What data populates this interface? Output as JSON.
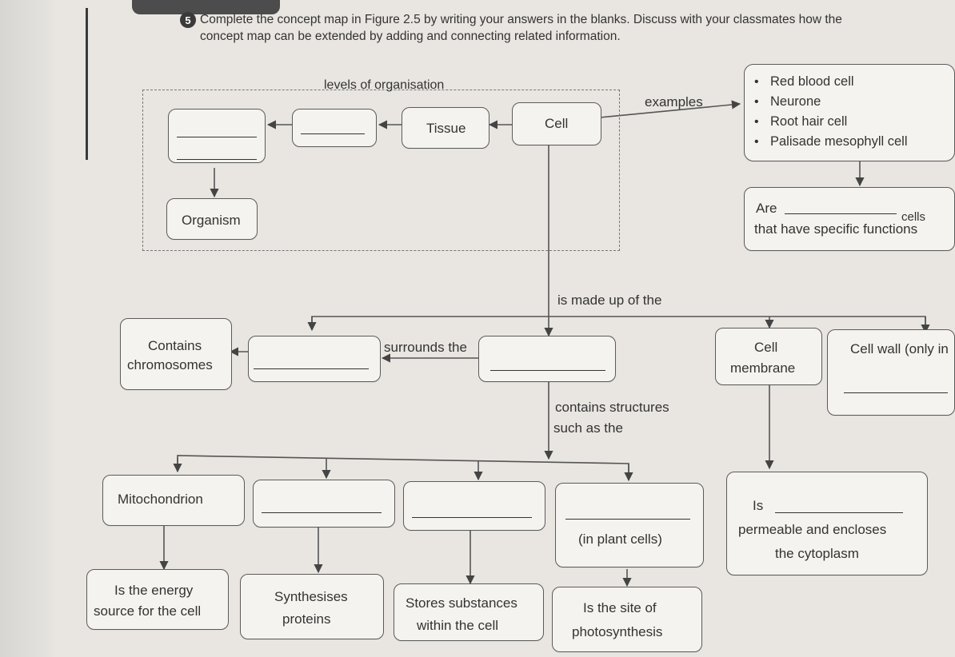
{
  "question": {
    "number": "5",
    "line1": "Complete the concept map in Figure 2.5 by writing your answers in the blanks. Discuss with your classmates how the",
    "line2": "concept map can be extended by adding and connecting related information."
  },
  "levels": {
    "heading": "levels of organisation",
    "tissue": "Tissue",
    "cell": "Cell",
    "organism": "Organism"
  },
  "examples": {
    "label": "examples",
    "items": [
      "Red blood cell",
      "Neurone",
      "Root hair cell",
      "Palisade mesophyll cell"
    ]
  },
  "specialised": {
    "are": "Are",
    "cells": "cells",
    "rest": "that have specific functions"
  },
  "links": {
    "made_up_of": "is made up of the",
    "surrounds": "surrounds the",
    "contains1": "contains structures",
    "contains2": "such as the"
  },
  "parts": {
    "chromosomes1": "Contains",
    "chromosomes2": "chromosomes",
    "cell_membrane1": "Cell",
    "cell_membrane2": "membrane",
    "cell_wall": "Cell wall (only in",
    "is": "Is",
    "permeable1": "permeable and encloses",
    "permeable2": "the cytoplasm"
  },
  "structures": {
    "mitochondrion": "Mitochondrion",
    "in_plant": "(in plant cells)"
  },
  "functions": {
    "energy1": "Is the energy",
    "energy2": "source for the cell",
    "synth1": "Synthesises",
    "synth2": "proteins",
    "stores1": "Stores substances",
    "stores2": "within the cell",
    "site1": "Is the site of",
    "site2": "photosynthesis"
  }
}
